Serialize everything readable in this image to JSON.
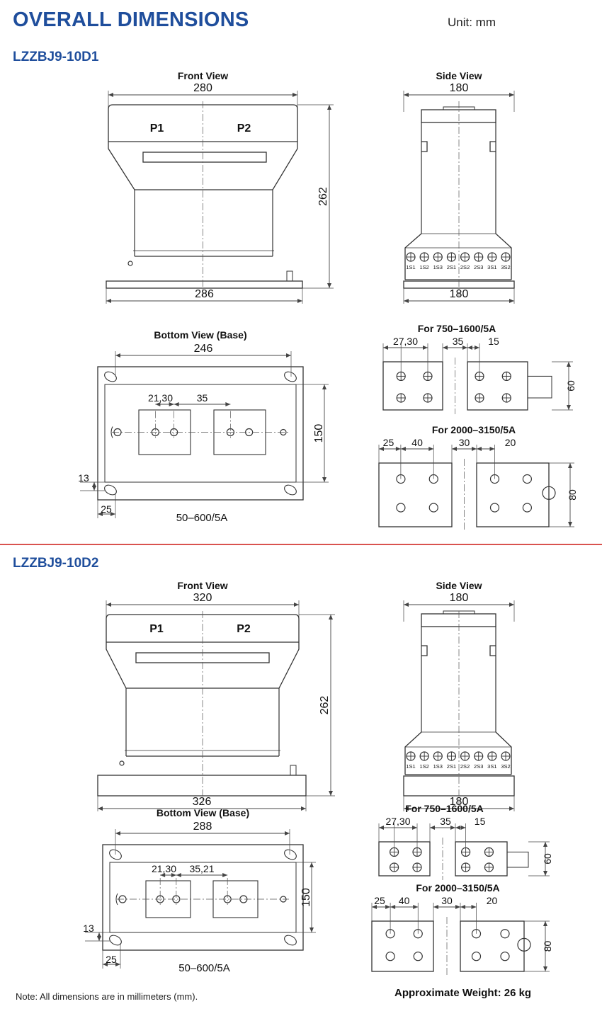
{
  "header": {
    "title": "OVERALL DIMENSIONS",
    "unit": "Unit: mm"
  },
  "models": [
    {
      "name": "LZZBJ9-10D1",
      "front": {
        "label": "Front View",
        "top_width": "280",
        "base_width": "286",
        "height": "262",
        "p1": "P1",
        "p2": "P2"
      },
      "side": {
        "label": "Side View",
        "top_width": "180",
        "base_width": "180",
        "terminals": [
          "1S1",
          "1S2",
          "1S3",
          "2S1",
          "2S2",
          "2S3",
          "3S1",
          "3S2"
        ]
      },
      "bottom": {
        "label": "Bottom View (Base)",
        "width": "246",
        "height": "150",
        "hole_dim": "21,30",
        "gap": "35",
        "edge_v": "13",
        "edge_h": "25",
        "range": "50–600/5A"
      },
      "detail_a": {
        "label": "For 750–1600/5A",
        "d1": "27,30",
        "d2": "35",
        "d3": "15",
        "h": "60"
      },
      "detail_b": {
        "label": "For 2000–3150/5A",
        "d1": "25",
        "d2": "40",
        "d3": "30",
        "d4": "20",
        "h": "80"
      }
    },
    {
      "name": "LZZBJ9-10D2",
      "front": {
        "label": "Front View",
        "top_width": "320",
        "base_width": "326",
        "height": "262",
        "p1": "P1",
        "p2": "P2"
      },
      "side": {
        "label": "Side View",
        "top_width": "180",
        "base_width": "180",
        "terminals": [
          "1S1",
          "1S2",
          "1S3",
          "2S1",
          "2S2",
          "2S3",
          "3S1",
          "3S2"
        ]
      },
      "bottom": {
        "label": "Bottom View (Base)",
        "width": "288",
        "height": "150",
        "hole_dim": "21,30",
        "gap": "35,21",
        "edge_v": "13",
        "edge_h": "25",
        "range": "50–600/5A"
      },
      "detail_a": {
        "label": "For 750–1600/5A",
        "d1": "27,30",
        "d2": "35",
        "d3": "15",
        "h": "60"
      },
      "detail_b": {
        "label": "For 2000–3150/5A",
        "d1": "25",
        "d2": "40",
        "d3": "30",
        "d4": "20",
        "h": "80"
      }
    }
  ],
  "footer": {
    "note": "Note: All dimensions are in millimeters (mm).",
    "weight": "Approximate Weight:  26  kg"
  }
}
